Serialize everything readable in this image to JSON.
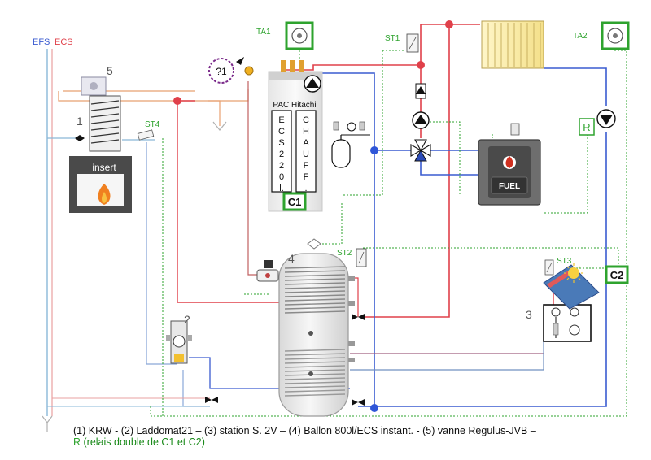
{
  "legend": {
    "efs": "EFS",
    "ecs": "ECS"
  },
  "numbers": {
    "n1": "1",
    "n2": "2",
    "n3": "3",
    "n4": "4",
    "n5": "5"
  },
  "sensors": {
    "ta1": "TA1",
    "ta2": "TA2",
    "st1": "ST1",
    "st2": "ST2",
    "st3": "ST3",
    "st4": "ST4"
  },
  "relays": {
    "c1": "C1",
    "c2": "C2",
    "r": "R"
  },
  "insert_label": "insert",
  "unknown_label": "?1",
  "heat_pump": {
    "title": "PAC Hitachi",
    "ecs_letters": [
      "E",
      "C",
      "S",
      "2",
      "2",
      "0",
      "l."
    ],
    "chauff_letters": [
      "C",
      "H",
      "A",
      "U",
      "F",
      "F",
      "."
    ]
  },
  "boiler_label": "FUEL",
  "caption": {
    "line1": "(1) KRW - (2) Laddomat21 – (3) station S. 2V – (4) Ballon 800l/ECS instant. - (5) vanne Regulus-JVB –",
    "line2_r": "R",
    "line2_rest": " (relais double de C1 et C2)"
  },
  "colors": {
    "hot": "#e0404a",
    "cold": "#3a5bd0",
    "signal": "#2ea32e",
    "ecs_pipe": "#e8a070",
    "efs_pipe": "#8ab8d8",
    "purple": "#7a2a8a"
  }
}
